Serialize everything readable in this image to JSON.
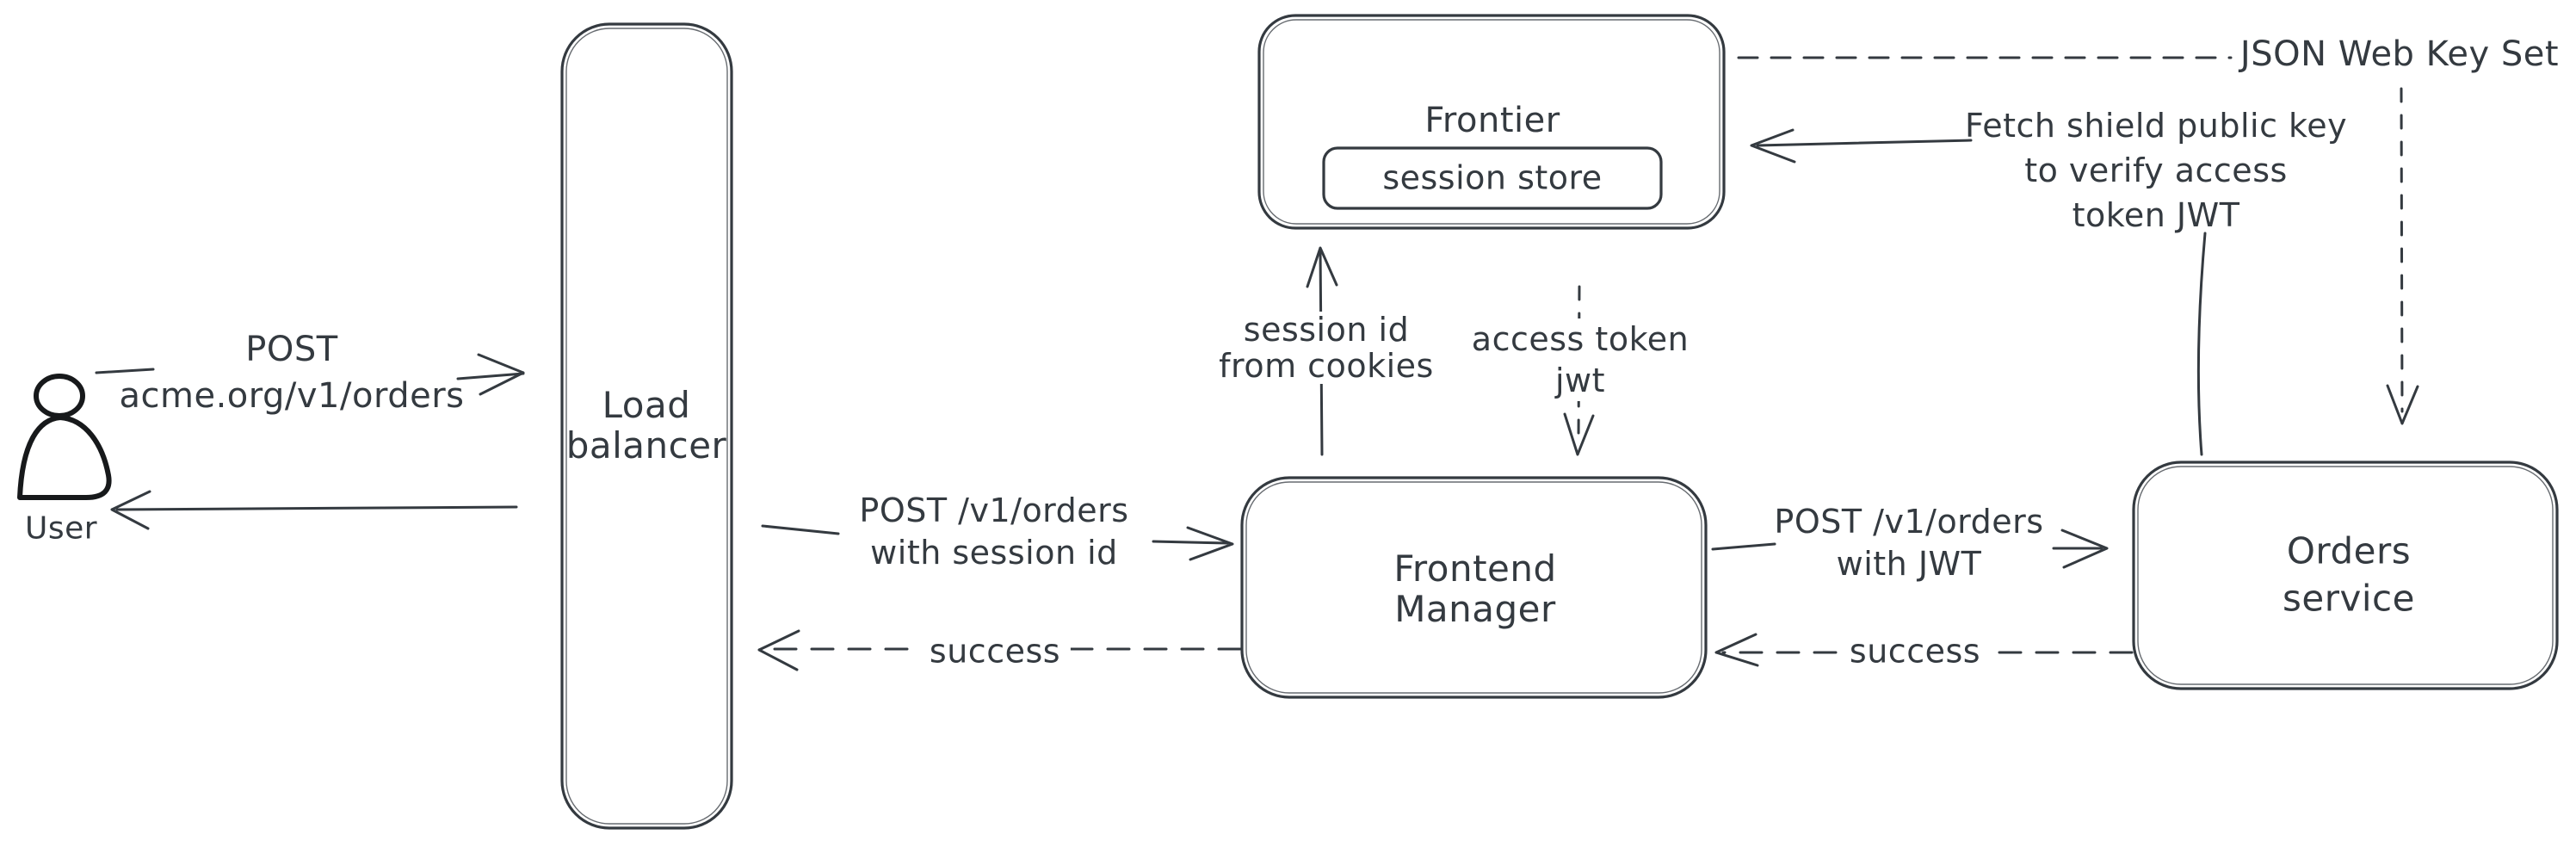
{
  "colors": {
    "stroke": "#343a40",
    "user_icon_outline": "#17191b",
    "user_icon_hatch": "#ccd4dc",
    "background": "#ffffff"
  },
  "nodes": {
    "user": {
      "label": "User"
    },
    "load_balancer": {
      "label": "Load\nbalancer"
    },
    "frontier": {
      "label": "Frontier"
    },
    "session_store": {
      "label": "session store"
    },
    "frontend_manager": {
      "label": "Frontend\nManager"
    },
    "orders_service": {
      "label": "Orders service"
    }
  },
  "edges": {
    "user_request": {
      "label": "POST\nacme.org/v1/orders",
      "style": "solid-arrow"
    },
    "lb_response_to_user": {
      "label": "",
      "style": "solid-arrow"
    },
    "lb_to_frontend": {
      "label": "POST /v1/orders\nwith session id",
      "style": "solid-arrow"
    },
    "frontend_to_lb_response": {
      "label": "success",
      "style": "dashed-arrow"
    },
    "session_lookup": {
      "label": "session id\nfrom cookies",
      "style": "solid-arrow"
    },
    "access_token": {
      "label": "access token\njwt",
      "style": "dashed-arrow"
    },
    "frontend_to_orders": {
      "label": "POST /v1/orders\nwith JWT",
      "style": "solid-arrow"
    },
    "orders_to_frontend_response": {
      "label": "success",
      "style": "dashed-arrow"
    },
    "jwks_link": {
      "label": "JSON Web Key Set",
      "style": "dashed-line"
    },
    "jwks_to_orders": {
      "label": "",
      "style": "dashed-arrow"
    },
    "fetch_key": {
      "label": "Fetch shield public key\nto verify access\ntoken JWT",
      "style": "solid-arrow"
    },
    "orders_to_fetch_note": {
      "label": "",
      "style": "solid-line"
    }
  }
}
